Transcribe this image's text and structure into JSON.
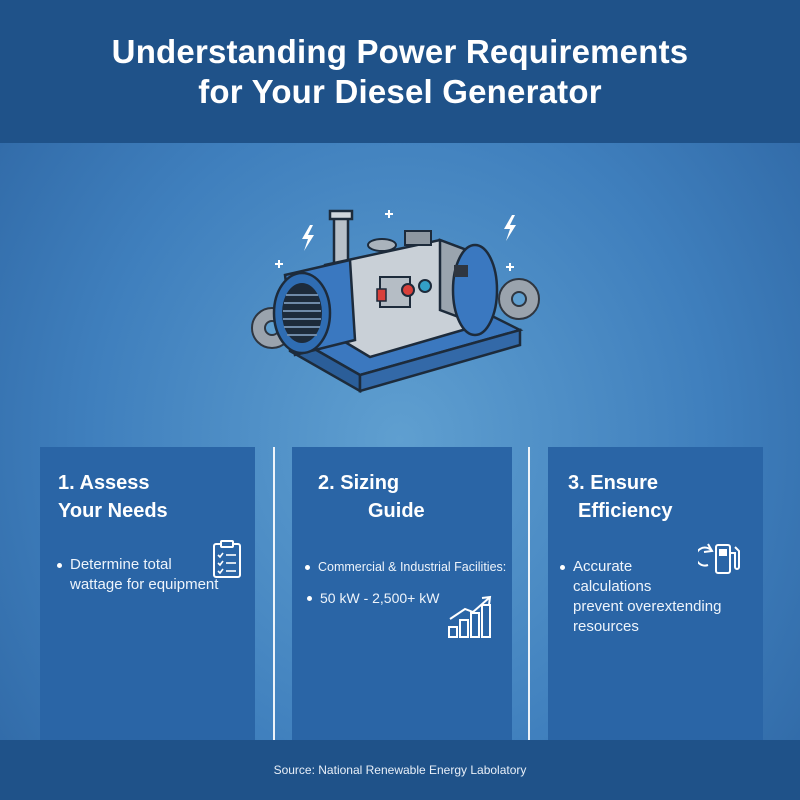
{
  "header": {
    "title_line1": "Understanding Power Requirements",
    "title_line2": "for Your Diesel Generator"
  },
  "hero": {
    "icon": "diesel-generator-icon"
  },
  "cards": [
    {
      "title_line1": "1. Assess",
      "title_line2": "Your Needs",
      "bullets": [
        {
          "line1": "Determine total",
          "line2": "wattage for equipment"
        }
      ],
      "icon": "clipboard-checklist-icon"
    },
    {
      "title_line1": "2. Sizing",
      "title_line2": "Guide",
      "bullets": [
        {
          "text": "Commercial & Industrial Facilities:"
        },
        {
          "text": "50 kW - 2,500+ kW"
        }
      ],
      "icon": "growth-bar-chart-icon"
    },
    {
      "title_line1": "3. Ensure",
      "title_line2": "Efficiency",
      "bullets": [
        {
          "line1": "Accurate",
          "line2": "calculations",
          "line3": "prevent overextending",
          "line4": "resources"
        }
      ],
      "icon": "fuel-pump-icon"
    }
  ],
  "footer": {
    "source": "Source: National Renewable Energy Labolatory"
  },
  "colors": {
    "header_bg": "#1f5289",
    "card_bg": "#2a65a6",
    "background": "#3f7fbd",
    "accent_red": "#d9403a",
    "accent_teal": "#33a0c8"
  }
}
